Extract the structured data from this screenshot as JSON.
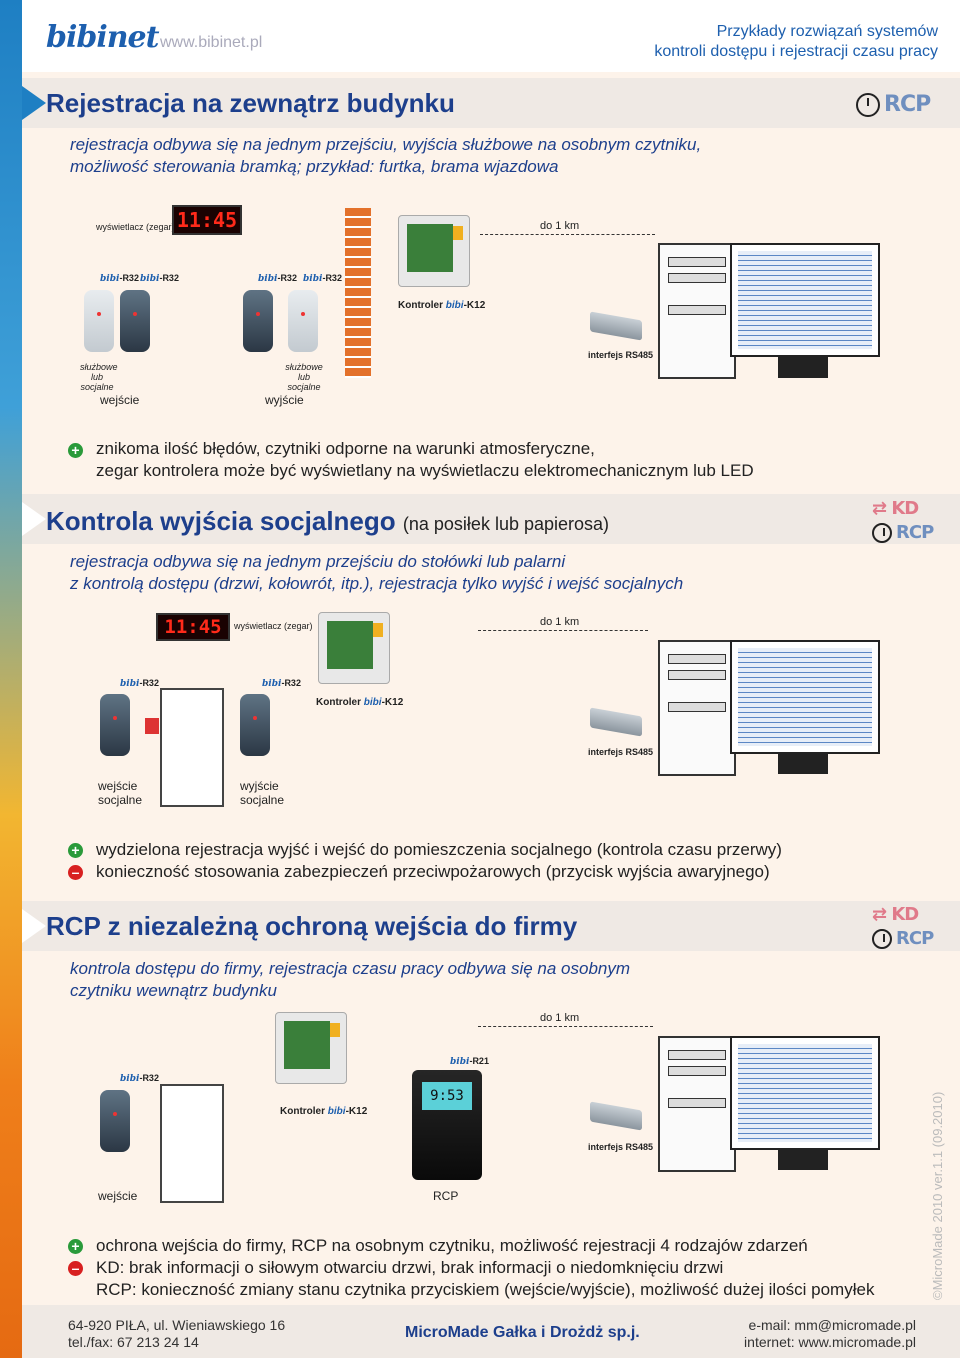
{
  "header": {
    "logo": "bibinet",
    "url": "www.bibinet.pl",
    "tagline_line1": "Przykłady rozwiązań systemów",
    "tagline_line2": "kontroli dostępu i rejestracji czasu pracy"
  },
  "section1": {
    "title": "Rejestracja na zewnątrz budynku",
    "badge": "RCP",
    "desc_line1": "rejestracja odbywa się na jednym przejściu, wyjścia służbowe na osobnym czytniku,",
    "desc_line2": "możliwość sterowania bramką; przykład: furtka, brama wjazdowa",
    "diagram": {
      "display_label": "wyświetlacz (zegar)",
      "display_time": "11:45",
      "distance": "do 1 km",
      "reader_model": "R32",
      "controller_label": "Kontroler",
      "controller_model": "K12",
      "interface_label": "interfejs RS485",
      "note_left_1": "służbowe",
      "note_left_2": "lub socjalne",
      "note_right_1": "służbowe",
      "note_right_2": "lub socjalne",
      "entry": "wejście",
      "exit": "wyjście"
    },
    "plus_1": "znikoma ilość błędów, czytniki odporne na warunki atmosferyczne,",
    "plus_2": "zegar kontrolera może być wyświetlany na wyświetlaczu elektromechanicznym lub LED"
  },
  "section2": {
    "title": "Kontrola wyjścia socjalnego",
    "title_suffix": "(na posiłek lub papierosa)",
    "badge_kd": "KD",
    "badge_rcp": "RCP",
    "desc_line1": "rejestracja odbywa się na jednym przejściu do stołówki lub palarni",
    "desc_line2": "z kontrolą dostępu (drzwi, kołowrót, itp.), rejestracja tylko wyjść i wejść socjalnych",
    "diagram": {
      "display_label": "wyświetlacz (zegar)",
      "display_time": "11:45",
      "distance": "do 1 km",
      "reader_model": "R32",
      "controller_label": "Kontroler",
      "controller_model": "K12",
      "interface_label": "interfejs RS485",
      "entry_1": "wejście",
      "entry_2": "socjalne",
      "exit_1": "wyjście",
      "exit_2": "socjalne"
    },
    "plus_1": "wydzielona rejestracja wyjść i wejść do pomieszczenia socjalnego (kontrola czasu przerwy)",
    "minus_1": "konieczność stosowania zabezpieczeń przeciwpożarowych (przycisk wyjścia awaryjnego)"
  },
  "section3": {
    "title": "RCP z niezależną ochroną wejścia do firmy",
    "badge_kd": "KD",
    "badge_rcp": "RCP",
    "desc_line1": "kontrola dostępu do firmy, rejestracja czasu pracy odbywa się na osobnym",
    "desc_line2": "czytniku wewnątrz budynku",
    "diagram": {
      "distance": "do 1 km",
      "reader_model": "R32",
      "rcp_reader_model": "R21",
      "rcp_reader_time": "9:53",
      "controller_label": "Kontroler",
      "controller_model": "K12",
      "interface_label": "interfejs RS485",
      "entry": "wejście",
      "rcp": "RCP"
    },
    "plus_1": "ochrona wejścia do firmy, RCP na osobnym czytniku, możliwość rejestracji 4 rodzajów zdarzeń",
    "minus_1": "KD: brak informacji o siłowym otwarciu drzwi, brak informacji o niedomknięciu drzwi",
    "minus_2": "RCP: konieczność zmiany stanu czytnika przyciskiem (wejście/wyjście), możliwość dużej ilości pomyłek"
  },
  "footer": {
    "address_1": "64-920 PIŁA, ul. Wieniawskiego 16",
    "address_2": "tel./fax: 67 213 24 14",
    "brand": "MicroMade Gałka i Drożdż sp.j.",
    "email": "e-mail: mm@micromade.pl",
    "web": "internet: www.micromade.pl",
    "version": "©MicroMade 2010 ver.1.1 (09.2010)"
  }
}
